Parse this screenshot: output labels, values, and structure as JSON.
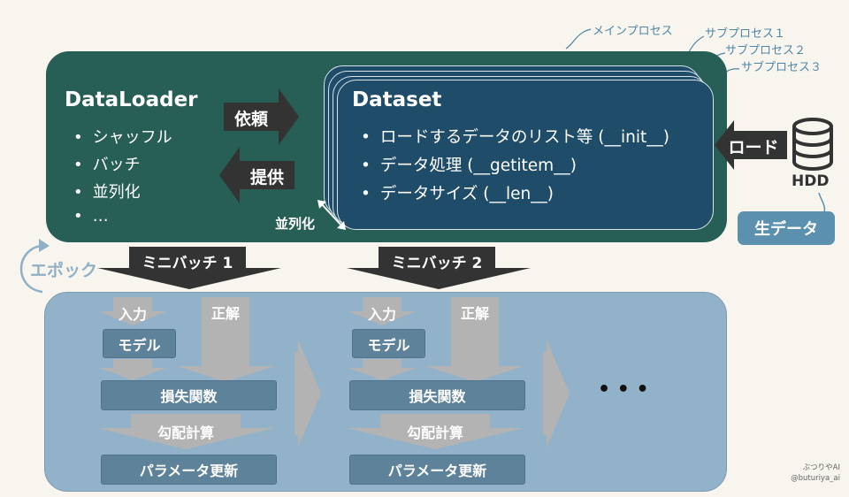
{
  "process_labels": {
    "main": "メインプロセス",
    "sub1": "サブプロセス１",
    "sub2": "サブプロセス２",
    "sub3": "サブプロセス３"
  },
  "dataloader": {
    "title": "DataLoader",
    "items": [
      "シャッフル",
      "バッチ",
      "並列化",
      "…"
    ]
  },
  "dataset": {
    "title": "Dataset",
    "items": [
      "ロードするデータのリスト等 (__init__)",
      "データ処理 (__getitem__)",
      "データサイズ (__len__)"
    ]
  },
  "arrows": {
    "request": "依頼",
    "provide": "提供",
    "load": "ロード",
    "parallel": "並列化"
  },
  "storage": {
    "hdd": "HDD",
    "raw_data": "生データ"
  },
  "epoch": "エポック",
  "minibatches": [
    "ミニバッチ 1",
    "ミニバッチ 2"
  ],
  "training": {
    "input": "入力",
    "answer": "正解",
    "model": "モデル",
    "loss": "損失関数",
    "gradient": "勾配計算",
    "update": "パラメータ更新",
    "more": "• • •"
  },
  "credit": {
    "name": "ぶつりやAI",
    "handle": "@buturiya_ai"
  },
  "colors": {
    "main_panel": "#275e55",
    "dataset_card": "#1f4c68",
    "train_panel": "#91b2c8",
    "block": "#5e8299",
    "arrow_dark": "#333333",
    "flow_gray": "#b3b3b3",
    "process_label": "#4f86a6"
  }
}
